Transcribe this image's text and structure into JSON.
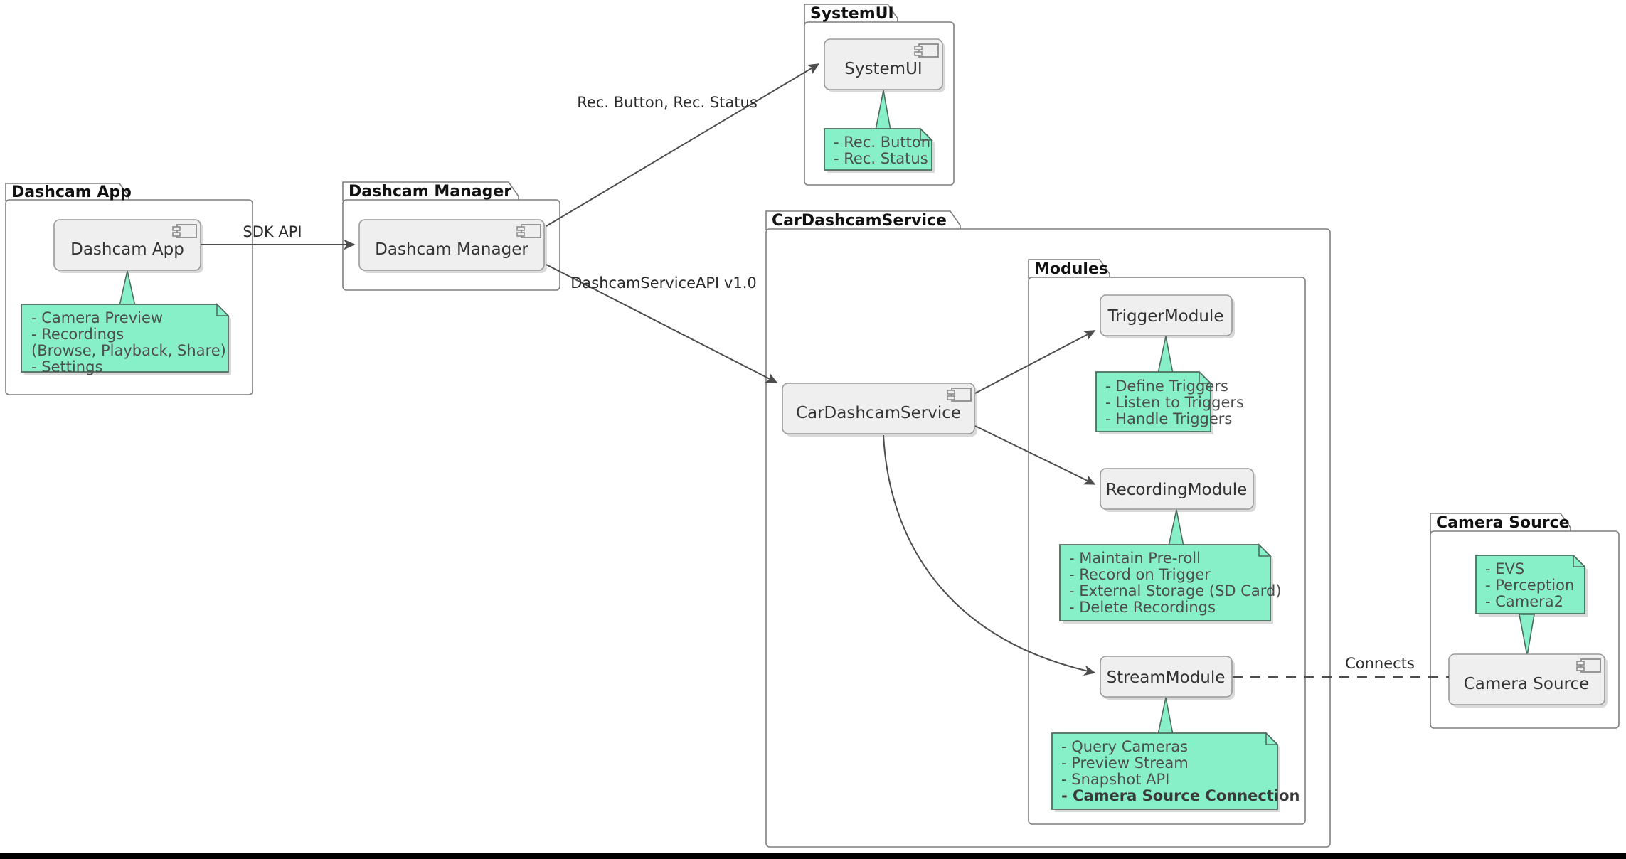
{
  "diagram": {
    "kind": "uml-component-diagram",
    "colors": {
      "note_fill": "#87f0c8",
      "note_border": "#4f6b5d",
      "component_fill": "#efefef",
      "component_border": "#9a9a9a",
      "package_border": "#7f7f7f",
      "edge": "#4d4d4d",
      "text": "#333333",
      "background": "#ffffff"
    },
    "packages": [
      {
        "id": "dashcam-app-pkg",
        "title": "Dashcam App",
        "component": {
          "id": "dashcam-app-comp",
          "label": "Dashcam App",
          "has_component_icon": true
        },
        "note": {
          "id": "dashcam-app-note",
          "lines": [
            {
              "text": "- Camera Preview",
              "bold": false
            },
            {
              "text": "- Recordings",
              "bold": false
            },
            {
              "text": "  (Browse, Playback, Share)",
              "bold": false
            },
            {
              "text": "- Settings",
              "bold": false
            }
          ]
        }
      },
      {
        "id": "dashcam-manager-pkg",
        "title": "Dashcam Manager",
        "component": {
          "id": "dashcam-manager-comp",
          "label": "Dashcam Manager",
          "has_component_icon": true
        },
        "note": null
      },
      {
        "id": "systemui-pkg",
        "title": "SystemUI",
        "component": {
          "id": "systemui-comp",
          "label": "SystemUI",
          "has_component_icon": true
        },
        "note": {
          "id": "systemui-note",
          "lines": [
            {
              "text": "- Rec. Button",
              "bold": false
            },
            {
              "text": "- Rec. Status",
              "bold": false
            }
          ]
        }
      },
      {
        "id": "cardashcamservice-pkg",
        "title": "CarDashcamService",
        "component": {
          "id": "cardashcamservice-comp",
          "label": "CarDashcamService",
          "has_component_icon": true
        },
        "note": null
      },
      {
        "id": "modules-pkg",
        "title": "Modules",
        "component": null,
        "note": null
      },
      {
        "id": "camera-source-pkg",
        "title": "Camera Source",
        "component": {
          "id": "camera-source-comp",
          "label": "Camera Source",
          "has_component_icon": true
        },
        "note": {
          "id": "camera-source-note",
          "lines": [
            {
              "text": "- EVS",
              "bold": false
            },
            {
              "text": "- Perception",
              "bold": false
            },
            {
              "text": "- Camera2",
              "bold": false
            }
          ]
        }
      }
    ],
    "modules": [
      {
        "id": "trigger-module",
        "label": "TriggerModule",
        "has_component_icon": false,
        "note": {
          "id": "trigger-module-note",
          "lines": [
            {
              "text": "- Define Triggers",
              "bold": false
            },
            {
              "text": "- Listen to Triggers",
              "bold": false
            },
            {
              "text": "- Handle Triggers",
              "bold": false
            }
          ]
        }
      },
      {
        "id": "recording-module",
        "label": "RecordingModule",
        "has_component_icon": false,
        "note": {
          "id": "recording-module-note",
          "lines": [
            {
              "text": "- Maintain Pre-roll",
              "bold": false
            },
            {
              "text": "- Record on Trigger",
              "bold": false
            },
            {
              "text": "- External Storage (SD Card)",
              "bold": false
            },
            {
              "text": "- Delete Recordings",
              "bold": false
            }
          ]
        }
      },
      {
        "id": "stream-module",
        "label": "StreamModule",
        "has_component_icon": false,
        "note": {
          "id": "stream-module-note",
          "lines": [
            {
              "text": "- Query Cameras",
              "bold": false
            },
            {
              "text": "- Preview Stream",
              "bold": false
            },
            {
              "text": "- Snapshot API",
              "bold": false
            },
            {
              "text": "- Camera Source Connection",
              "bold": true
            }
          ]
        }
      }
    ],
    "edges": [
      {
        "id": "edge-sdk-api",
        "from": "dashcam-app-comp",
        "to": "dashcam-manager-comp",
        "label": "SDK API",
        "style": "solid-arrow"
      },
      {
        "id": "edge-rec-button-status",
        "from": "dashcam-manager-comp",
        "to": "systemui-comp",
        "label": "Rec. Button, Rec. Status",
        "style": "solid-arrow"
      },
      {
        "id": "edge-dashcam-service-api",
        "from": "dashcam-manager-comp",
        "to": "cardashcamservice-comp",
        "label": "DashcamServiceAPI v1.0",
        "style": "solid-arrow"
      },
      {
        "id": "edge-service-trigger",
        "from": "cardashcamservice-comp",
        "to": "trigger-module",
        "label": "",
        "style": "solid-arrow"
      },
      {
        "id": "edge-service-recording",
        "from": "cardashcamservice-comp",
        "to": "recording-module",
        "label": "",
        "style": "solid-arrow"
      },
      {
        "id": "edge-service-stream",
        "from": "cardashcamservice-comp",
        "to": "stream-module",
        "label": "",
        "style": "solid-arrow-curved"
      },
      {
        "id": "edge-connects",
        "from": "stream-module",
        "to": "camera-source-comp",
        "label": "Connects",
        "style": "dashed"
      }
    ]
  }
}
